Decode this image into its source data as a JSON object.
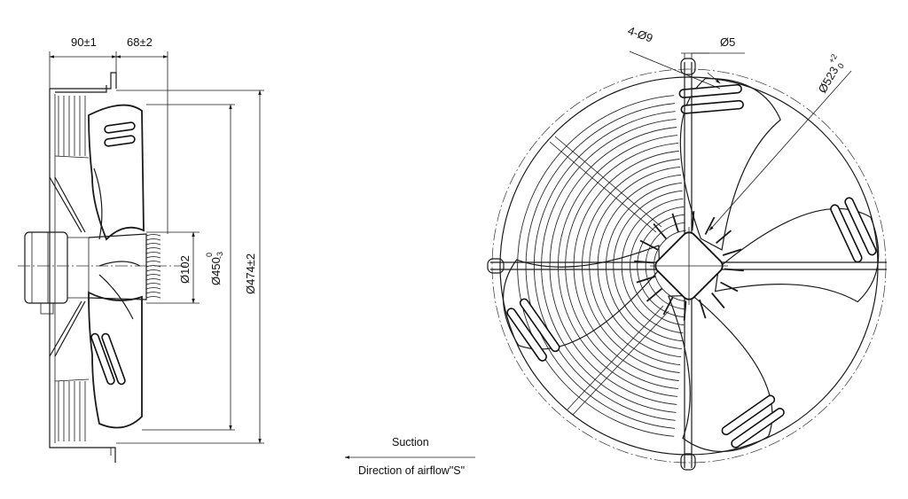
{
  "side_view": {
    "dim_top_left": "90±1",
    "dim_top_right": "68±2",
    "dim_hub": "Ø102",
    "dim_blade_main": "Ø450",
    "dim_blade_tol_upper": "0",
    "dim_blade_tol_lower": "-3",
    "dim_outer": "Ø474±2"
  },
  "front_view": {
    "dim_holes": "4-Ø9",
    "dim_hole_small": "Ø5",
    "dim_circle_main": "Ø523",
    "dim_circle_tol_upper": "+2",
    "dim_circle_tol_lower": "0"
  },
  "airflow": {
    "suction_label": "Suction",
    "direction_label": "Direction of airflow\"S\""
  }
}
